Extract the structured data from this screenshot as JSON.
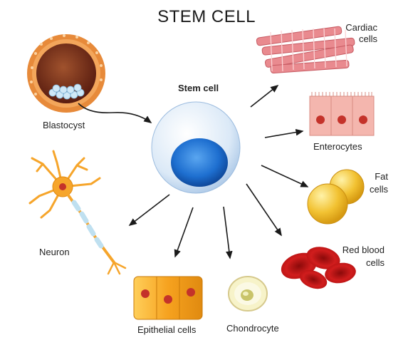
{
  "title": "STEM CELL",
  "center": {
    "label": "Stem cell"
  },
  "labels": {
    "blastocyst": "Blastocyst",
    "cardiac_1": "Cardiac",
    "cardiac_2": "cells",
    "enterocytes": "Enterocytes",
    "fat_1": "Fat",
    "fat_2": "cells",
    "red_blood_1": "Red blood",
    "red_blood_2": "cells",
    "neuron": "Neuron",
    "epithelial": "Epithelial cells",
    "chondrocyte": "Chondrocyte"
  },
  "colors": {
    "stem_cell_body": "#e6f0fa",
    "nucleus": "#1e6fd0",
    "blastocyst": "#e78a3a",
    "cardiac": "#e98a8f",
    "enterocyte": "#f4b6ae",
    "fat": "#f2c232",
    "red_blood": "#d11d1d",
    "neuron": "#f6a52b",
    "epithelial": "#f6a21f",
    "chondrocyte": "#f7f3c9",
    "arrow": "#1a1a1a"
  }
}
